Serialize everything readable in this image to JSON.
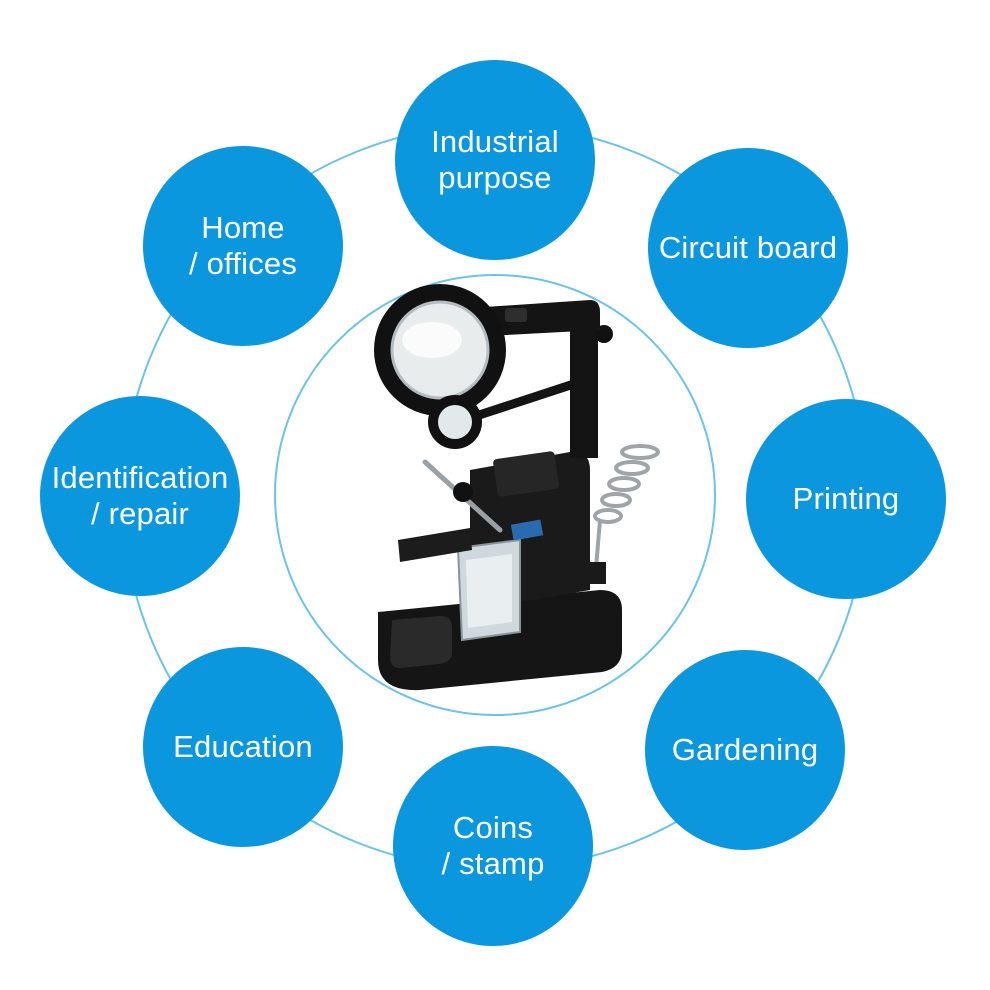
{
  "colors": {
    "bubble_fill": "#0b97de",
    "ring_stroke": "#6bc3ec",
    "text": "#ffffff",
    "product_body": "#111111"
  },
  "diagram": {
    "center_image": "solder-station-magnifier-icon",
    "uses": [
      {
        "id": "industrial",
        "label": "Industrial\npurpose"
      },
      {
        "id": "circuit",
        "label": "Circuit board"
      },
      {
        "id": "printing",
        "label": "Printing"
      },
      {
        "id": "gardening",
        "label": "Gardening"
      },
      {
        "id": "coins",
        "label": "Coins\n/ stamp"
      },
      {
        "id": "education",
        "label": "Education"
      },
      {
        "id": "identify",
        "label": "Identification\n/ repair"
      },
      {
        "id": "home",
        "label": "Home\n/ offices"
      }
    ]
  }
}
